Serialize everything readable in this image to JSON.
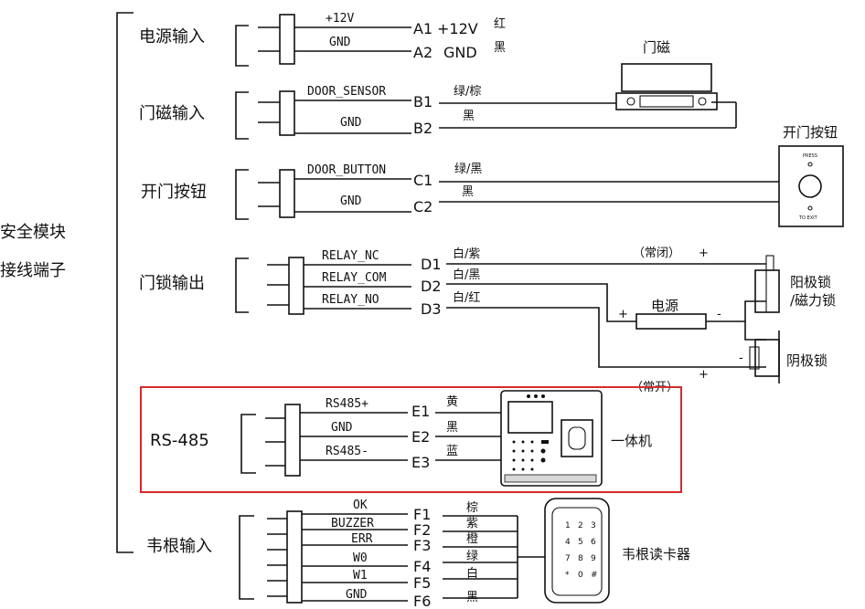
{
  "module": {
    "line1": "安全模块",
    "line2": "接线端子"
  },
  "groups": {
    "power": {
      "label": "电源输入",
      "wires": [
        {
          "signal": "+12V",
          "pin": "A1",
          "tag": "+12V",
          "color": "红"
        },
        {
          "signal": "GND",
          "pin": "A2",
          "tag": "GND",
          "color": "黑"
        }
      ]
    },
    "door_sensor": {
      "label": "门磁输入",
      "wires": [
        {
          "signal": "DOOR_SENSOR",
          "pin": "B1",
          "color": "绿/棕"
        },
        {
          "signal": "GND",
          "pin": "B2",
          "color": "黑"
        }
      ]
    },
    "door_button": {
      "label": "开门按钮",
      "wires": [
        {
          "signal": "DOOR_BUTTON",
          "pin": "C1",
          "color": "绿/黑"
        },
        {
          "signal": "GND",
          "pin": "C2",
          "color": "黑"
        }
      ]
    },
    "lock": {
      "label": "门锁输出",
      "wires": [
        {
          "signal": "RELAY_NC",
          "pin": "D1",
          "color": "白/紫"
        },
        {
          "signal": "RELAY_COM",
          "pin": "D2",
          "color": "白/黑"
        },
        {
          "signal": "RELAY_NO",
          "pin": "D3",
          "color": "白/红"
        }
      ]
    },
    "rs485": {
      "label": "RS-485",
      "wires": [
        {
          "signal": "RS485+",
          "pin": "E1",
          "color": "黄"
        },
        {
          "signal": "GND",
          "pin": "E2",
          "color": "黑"
        },
        {
          "signal": "RS485-",
          "pin": "E3",
          "color": "蓝"
        }
      ]
    },
    "wiegand": {
      "label": "韦根输入",
      "wires": [
        {
          "signal": "OK",
          "pin": "F1",
          "color": "棕"
        },
        {
          "signal": "BUZZER",
          "pin": "F2",
          "color": "紫"
        },
        {
          "signal": "ERR",
          "pin": "F3",
          "color": "橙"
        },
        {
          "signal": "W0",
          "pin": "F4",
          "color": "绿"
        },
        {
          "signal": "W1",
          "pin": "F5",
          "color": "白"
        },
        {
          "signal": "GND",
          "pin": "F6",
          "color": "黑"
        }
      ]
    }
  },
  "devices": {
    "door_magnet": "门磁",
    "exit_button": "开门按钮",
    "exit_button_top": "PRESS",
    "exit_button_bottom": "TO EXIT",
    "anode_lock": "阳极锁",
    "magnetic_lock": "/磁力锁",
    "cathode_lock": "阴极锁",
    "power_supply": "电源",
    "nc_note": "（常闭）",
    "no_note": "（常开）",
    "plus": "+",
    "minus": "-",
    "terminal": "一体机",
    "card_reader": "韦根读卡器",
    "keypad": [
      "1",
      "2",
      "3",
      "4",
      "5",
      "6",
      "7",
      "8",
      "9",
      "*",
      "0",
      "#"
    ]
  },
  "colors": {
    "line": "#111111",
    "highlight": "#d62b2b",
    "device": "#f2f2f2"
  }
}
